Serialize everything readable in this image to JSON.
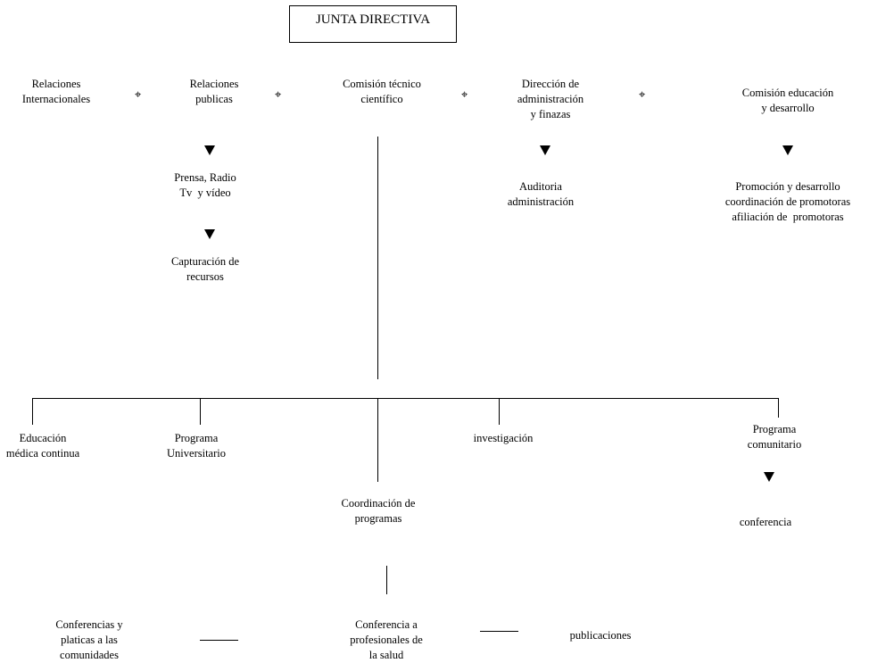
{
  "title": "JUNTA DIRECTIVA",
  "top_row": {
    "relaciones_internacionales": "Relaciones\nInternacionales",
    "relaciones_publicas": "Relaciones\npublicas",
    "comision_tecnico": "Comisión técnico\ncientífico",
    "direccion_admin": "Dirección de\nadministración\ny finazas",
    "comision_educacion": "Comisión educación\ny desarrollo"
  },
  "sub": {
    "prensa": "Prensa, Radio\nTv  y vídeo",
    "capturacion": "Capturación de\nrecursos",
    "auditoria": "Auditoria\nadministración",
    "promocion": "Promoción y desarrollo\ncoordinación de promotoras\nafiliación de  promotoras"
  },
  "programs": {
    "educacion": "Educación\nmédica continua",
    "universitario": "Programa\nUniversitario",
    "investigacion": "investigación",
    "comunitario": "Programa\ncomunitario",
    "conferencia": "conferencia",
    "coordinacion": "Coordinación de\nprogramas"
  },
  "bottom": {
    "conferencias_platicas": "Conferencias y\nplaticas a las\ncomunidades",
    "conferencia_profesionales": "Conferencia a\nprofesionales de\nla salud",
    "publicaciones": "publicaciones"
  },
  "connector_symbol": "⌖"
}
